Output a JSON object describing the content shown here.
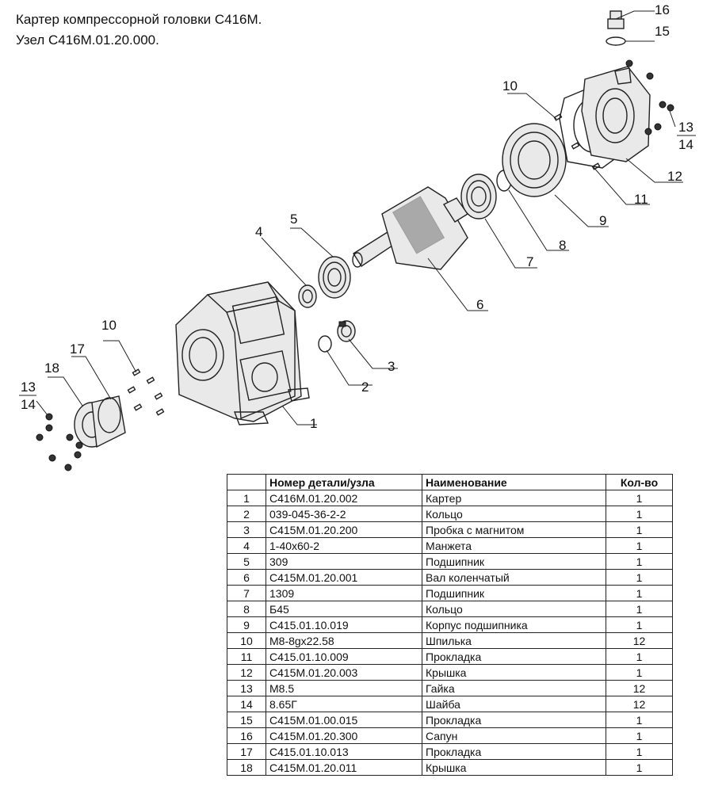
{
  "title": {
    "line1": "Картер компрессорной головки С416М.",
    "line2": "Узел С416М.01.20.000."
  },
  "callouts": {
    "c1": "1",
    "c2": "2",
    "c3": "3",
    "c4": "4",
    "c5": "5",
    "c6": "6",
    "c7": "7",
    "c8": "8",
    "c9": "9",
    "c10a": "10",
    "c10b": "10",
    "c11": "11",
    "c12": "12",
    "c13a": "13",
    "c14a": "14",
    "c13b": "13",
    "c14b": "14",
    "c15": "15",
    "c16": "16",
    "c17": "17",
    "c18": "18"
  },
  "table": {
    "headers": [
      "",
      "Номер детали/узла",
      "Наименование",
      "Кол-во"
    ],
    "rows": [
      [
        "1",
        "С416М.01.20.002",
        "Картер",
        "1"
      ],
      [
        "2",
        "039-045-36-2-2",
        "Кольцо",
        "1"
      ],
      [
        "3",
        "С415М.01.20.200",
        "Пробка с магнитом",
        "1"
      ],
      [
        "4",
        "1-40х60-2",
        "Манжета",
        "1"
      ],
      [
        "5",
        "309",
        "Подшипник",
        "1"
      ],
      [
        "6",
        "С415М.01.20.001",
        "Вал коленчатый",
        "1"
      ],
      [
        "7",
        "1309",
        "Подшипник",
        "1"
      ],
      [
        "8",
        "Б45",
        "Кольцо",
        "1"
      ],
      [
        "9",
        "С415.01.10.019",
        "Корпус подшипника",
        "1"
      ],
      [
        "10",
        "М8-8gх22.58",
        "Шпилька",
        "12"
      ],
      [
        "11",
        "С415.01.10.009",
        "Прокладка",
        "1"
      ],
      [
        "12",
        "С415М.01.20.003",
        "Крышка",
        "1"
      ],
      [
        "13",
        "М8.5",
        "Гайка",
        "12"
      ],
      [
        "14",
        "8.65Г",
        "Шайба",
        "12"
      ],
      [
        "15",
        "С415М.01.00.015",
        "Прокладка",
        "1"
      ],
      [
        "16",
        "С415М.01.20.300",
        "Сапун",
        "1"
      ],
      [
        "17",
        "С415.01.10.013",
        "Прокладка",
        "1"
      ],
      [
        "18",
        "С415М.01.20.011",
        "Крышка",
        "1"
      ]
    ]
  }
}
